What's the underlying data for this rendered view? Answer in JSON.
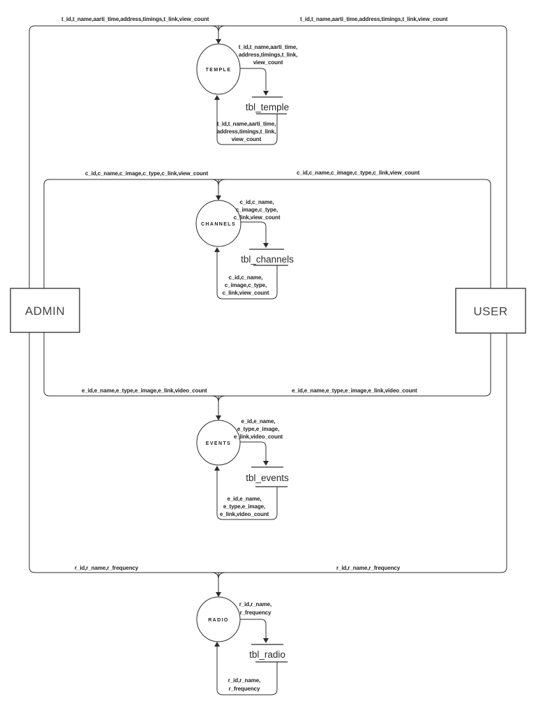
{
  "colors": {
    "line": "#2b2b2b",
    "text": "#1d1d1d",
    "background": "#ffffff"
  },
  "entities": {
    "admin": "ADMIN",
    "user": "USER"
  },
  "clusters": [
    {
      "id": "temple",
      "process": "TEMPLE",
      "store": "tbl_temple",
      "bus_label_left": "t_id,t_name,aarti_time,address,timings,t_link,view_count",
      "bus_label_right": "t_id,t_name,aarti_time,address,timings,t_link,view_count",
      "out_label_lines": [
        "t_id,t_name,aarti_time,",
        "address,timings,t_link,",
        "view_count"
      ],
      "return_label_lines": [
        "t_id,t_name,aarti_time,",
        "address,timings,t_link,",
        "view_count"
      ]
    },
    {
      "id": "channels",
      "process": "CHANNELS",
      "store": "tbl_channels",
      "bus_label_left": "c_id,c_name,c_image,c_type,c_link,view_count",
      "bus_label_right": "c_id,c_name,c_image,c_type,c_link,view_count",
      "out_label_lines": [
        "c_id,c_name,",
        "c_image,c_type,",
        "c_link,view_count"
      ],
      "return_label_lines": [
        "c_id,c_name,",
        "c_image,c_type,",
        "c_link,view_count"
      ]
    },
    {
      "id": "events",
      "process": "EVENTS",
      "store": "tbl_events",
      "bus_label_left": "e_id,e_name,e_type,e_image,e_link,video_count",
      "bus_label_right": "e_id,e_name,e_type,e_image,e_link,video_count",
      "out_label_lines": [
        "e_id,e_name,",
        "e_type,e_image,",
        "e_link,video_count"
      ],
      "return_label_lines": [
        "e_id,e_name,",
        "e_type,e_image,",
        "e_link,video_count"
      ]
    },
    {
      "id": "radio",
      "process": "RADIO",
      "store": "tbl_radio",
      "bus_label_left": "r_id,r_name,r_frequency",
      "bus_label_right": "r_id,r_name,r_frequency",
      "out_label_lines": [
        "r_id,r_name,",
        "r_frequency"
      ],
      "return_label_lines": [
        "r_id,r_name,",
        "r_frequency"
      ]
    }
  ]
}
